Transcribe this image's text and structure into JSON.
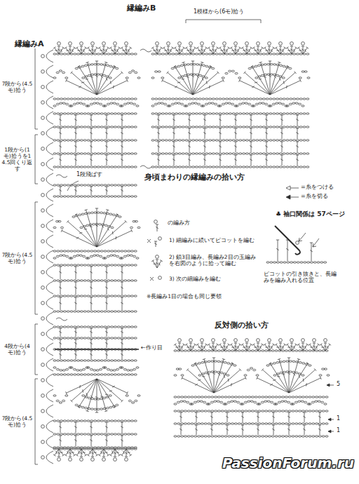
{
  "diagram": {
    "title": "身頃まわりの縁編みの拾い方",
    "labels": [
      "縁編みB",
      "1模様から(6モ)拾う",
      "縁編みA",
      "7段から(4.5モ)拾う",
      "1段から(1モ)拾うを14.5回くり返す",
      "1段飛ばす",
      "の編み方",
      "1) 細編みに続いてピコットを編む",
      "2) 鎖3目編み、長編み2目の玉編みを右図のように拾って編む",
      "3) 次の細編みを編む",
      "※長編み1目の場合も同じ要領",
      "♣ 袖口関係は 57ページ",
      "ピコットの引き抜きと、長編みを編み入れる位置",
      "7段から(4.5モ)拾う",
      "4段から(4モ)拾う",
      "←作り目",
      "7段から(4.5モ)拾う",
      "反対側の拾い方",
      "5",
      "1",
      "1",
      "PassionForum.ru"
    ],
    "legend": [
      {
        "text": "=糸をつける"
      },
      {
        "text": "=糸を切る"
      }
    ]
  }
}
